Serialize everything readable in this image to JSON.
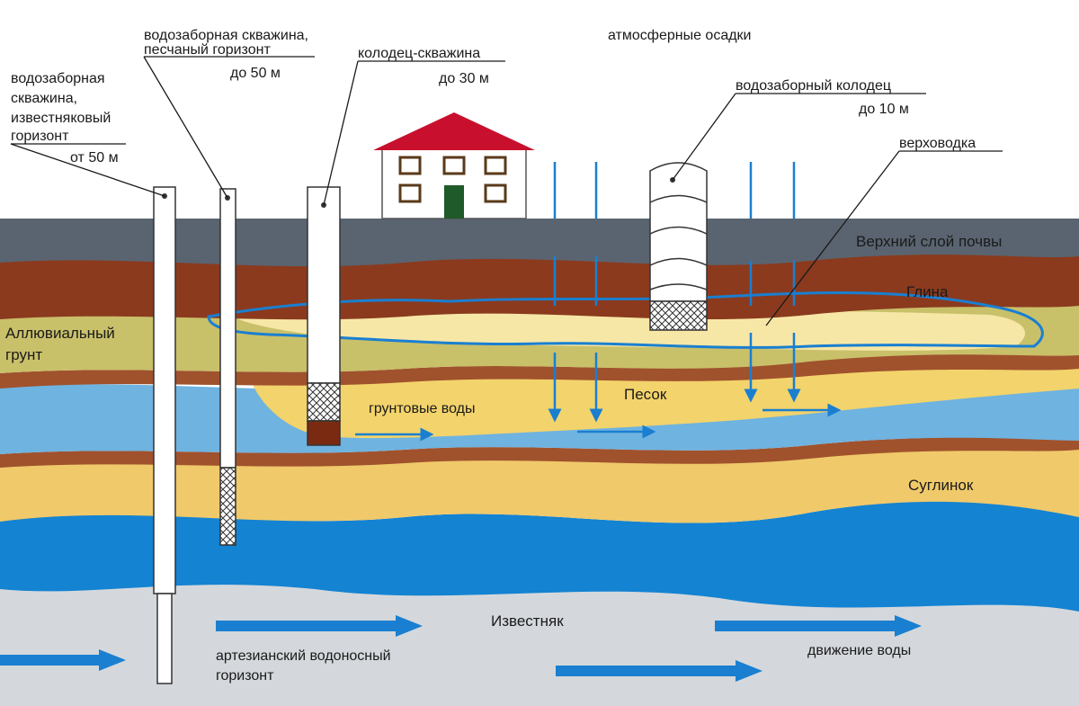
{
  "labels": {
    "precipitation": "атмосферные осадки",
    "well_limestone": [
      "водозаборная",
      "скважина,",
      "известняковый",
      "горизонт",
      "от 50 м"
    ],
    "well_sand": [
      "водозаборная скважина,",
      "песчаный горизонт",
      "до 50 м"
    ],
    "well_column": [
      "колодец-скважина",
      "до 30 м"
    ],
    "dug_well": [
      "водозаборный колодец",
      "до 10 м"
    ],
    "perched_water": "верховодка",
    "topsoil": "Верхний слой почвы",
    "clay": "Глина",
    "alluvial": [
      "Аллювиальный",
      "грунт"
    ],
    "sand": "Песок",
    "groundwater": "грунтовые воды",
    "loam": "Суглинок",
    "limestone": "Известняк",
    "artesian": [
      "артезианский водоносный",
      "горизонт"
    ],
    "water_movement": "движение воды"
  },
  "colors": {
    "topsoil": "#5a6470",
    "clay": "#8b3a1e",
    "sand_yellow": "#f3d36b",
    "sand_light": "#f7e7a6",
    "alluvial": "#c9c06a",
    "water_light": "#6fb3e0",
    "water_deep": "#1483d2",
    "loam": "#f0c96a",
    "limestone": "#d4d8dc",
    "arrow": "#1a7fd0",
    "roof": "#c8102e"
  }
}
